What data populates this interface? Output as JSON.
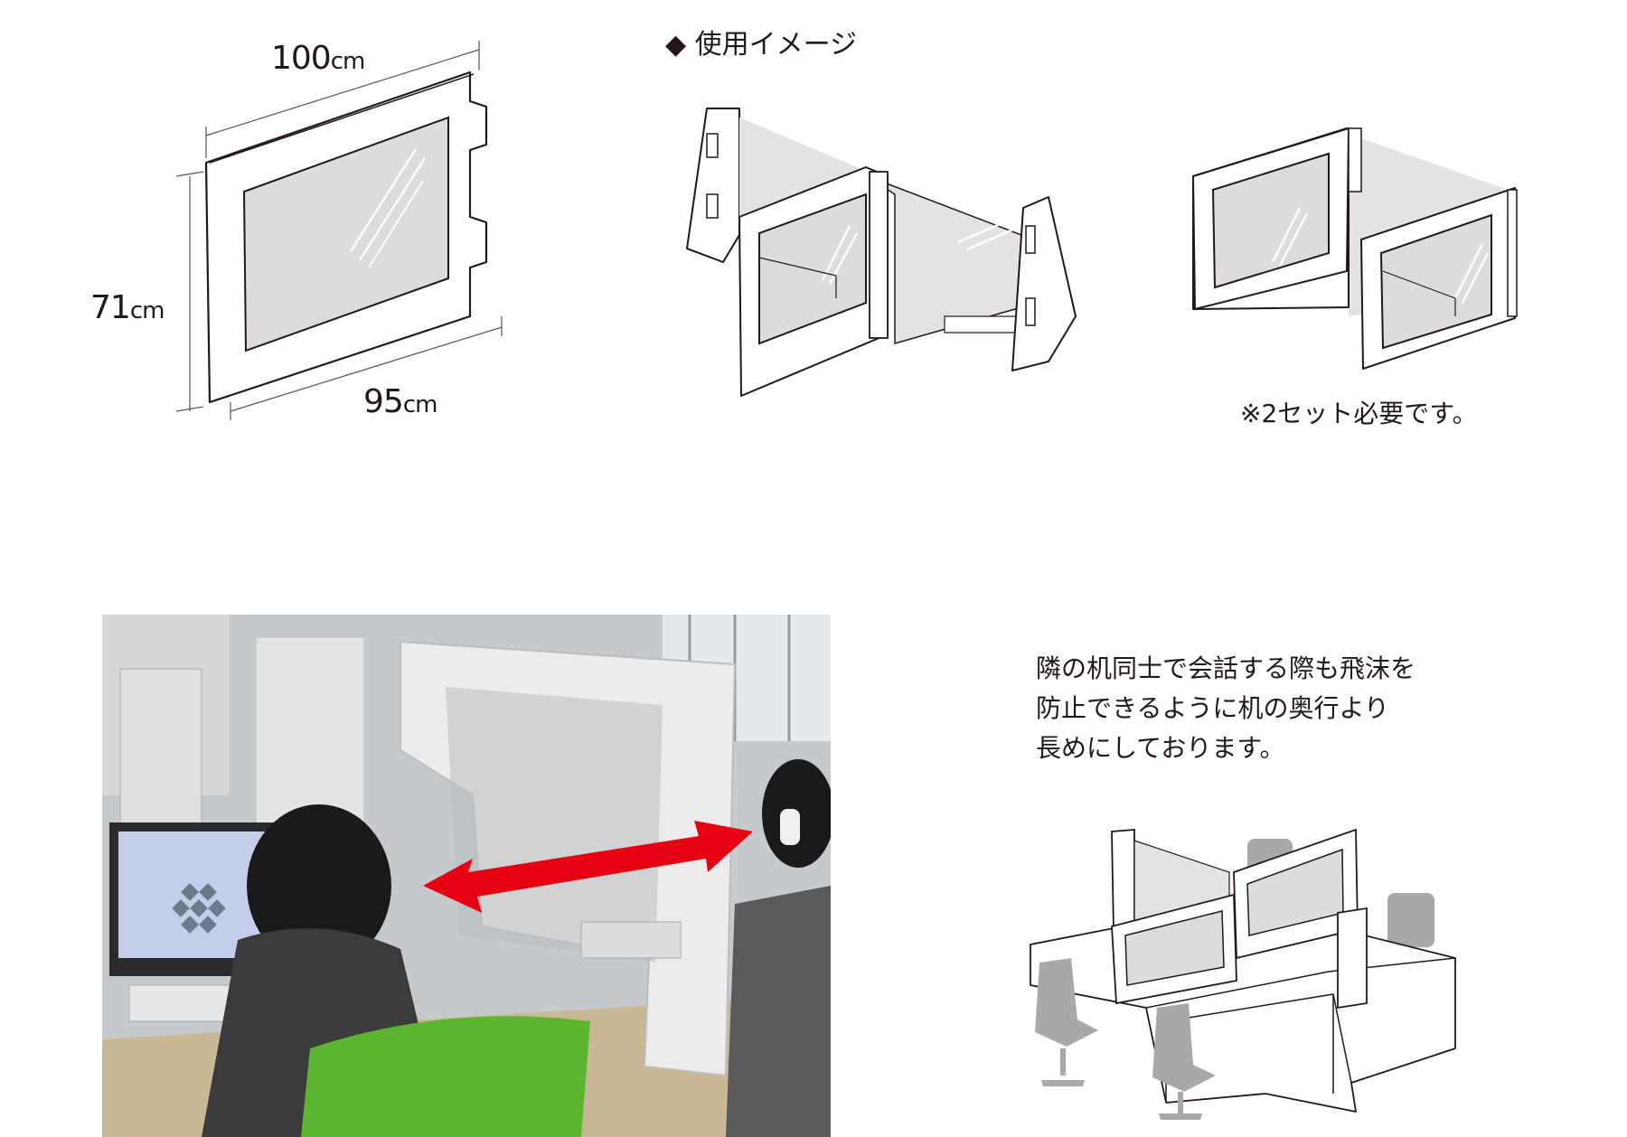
{
  "dimensions": {
    "top_width": {
      "value": "100",
      "unit": "cm"
    },
    "height": {
      "value": "71",
      "unit": "cm"
    },
    "bottom_width": {
      "value": "95",
      "unit": "cm"
    }
  },
  "usage": {
    "heading_marker": "◆",
    "heading": "使用イメージ",
    "note": "※2セット必要です。"
  },
  "description": {
    "lines": [
      "隣の机同士で会話する際も飛沫を",
      "防止できるように机の奥行より",
      "長めにしております。"
    ]
  },
  "colors": {
    "line": "#231815",
    "panel_fill": "#ffffff",
    "glass_fill": "#dcdcdc",
    "arrow": "#e60012",
    "chair_green": "#5cb531",
    "chair_gray": "#a9a9a9"
  }
}
